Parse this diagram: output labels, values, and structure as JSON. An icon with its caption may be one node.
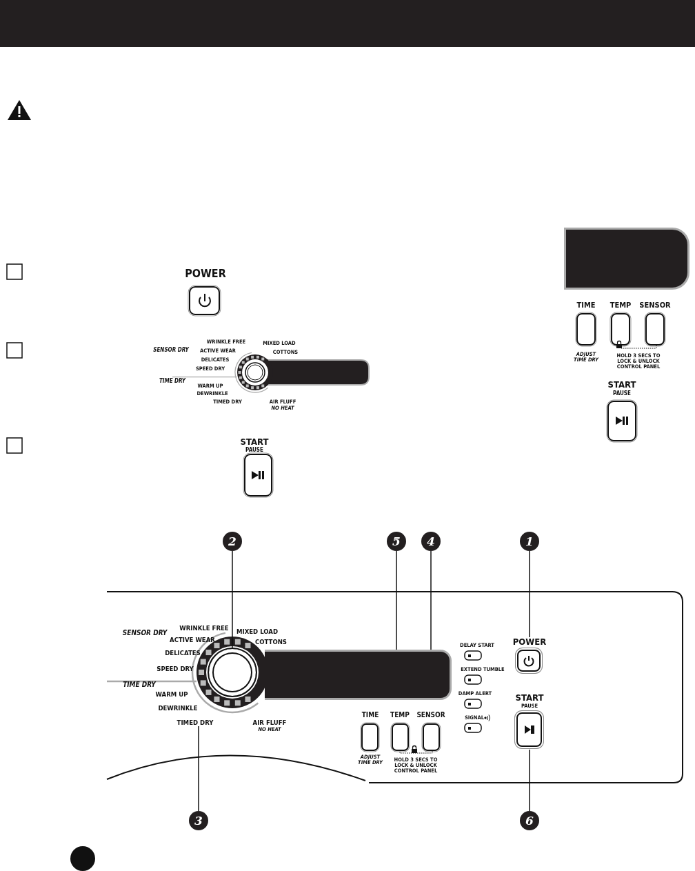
{
  "diagram": {
    "nodes": [
      {
        "text": [
          "2"
        ]
      },
      {
        "text": [
          "5"
        ]
      },
      {
        "text": [
          "4"
        ]
      },
      {
        "text": [
          "1"
        ]
      },
      {
        "text": [],
        "shape": "circle"
      },
      {
        "text": [],
        "shape": "box"
      },
      {
        "text": [
          "POWER"
        ]
      },
      {
        "text": [
          "START",
          "PAUSE"
        ]
      },
      {
        "text": [
          "TIMED DRY"
        ]
      },
      {
        "text": [
          "3"
        ]
      },
      {
        "text": [
          "6"
        ]
      },
      {
        "text": [],
        "shape": "box"
      }
    ],
    "edges": [
      {
        "from": 0,
        "to": 4,
        "arrow": "none"
      },
      {
        "from": 1,
        "to": 5,
        "arrow": "none"
      },
      {
        "from": 2,
        "to": 5,
        "arrow": "none"
      },
      {
        "from": 3,
        "to": 6,
        "arrow": "none"
      },
      {
        "from": 9,
        "to": 8,
        "arrow": "none"
      },
      {
        "from": 10,
        "to": 7,
        "arrow": "none"
      }
    ],
    "labels": [
      "POWER",
      "WRINKLE FREE",
      "MIXED LOAD",
      "SENSOR DRY",
      "ACTIVE WEAR",
      "COTTONS",
      "DELICATES",
      "SPEED DRY",
      "TIME DRY",
      "WARM UP",
      "DEWRINKLE",
      "TIMED DRY",
      "AIR FLUFF",
      "NO HEAT",
      "START",
      "PAUSE",
      "TIME",
      "TEMP",
      "SENSOR",
      "ADJUST TIME DRY",
      "HOLD 3 SECS TO LOCK & UNLOCK CONTROL PANEL",
      "START",
      "PAUSE",
      "WRINKLE FREE",
      "SENSOR DRY",
      "MIXED LOAD",
      "ACTIVE WEAR",
      "COTTONS",
      "DELICATES",
      "SPEED DRY",
      "TIME DRY",
      "WARM UP",
      "DEWRINKLE",
      "AIR FLUFF",
      "NO HEAT",
      "TIME",
      "TEMP",
      "SENSOR",
      "ADJUST TIME DRY",
      "HOLD 3 SECS TO LOCK & UNLOCK CONTROL PANEL",
      "DELAY START",
      "EXTEND TUMBLE",
      "DAMP ALERT",
      "SIGNAL"
    ]
  }
}
